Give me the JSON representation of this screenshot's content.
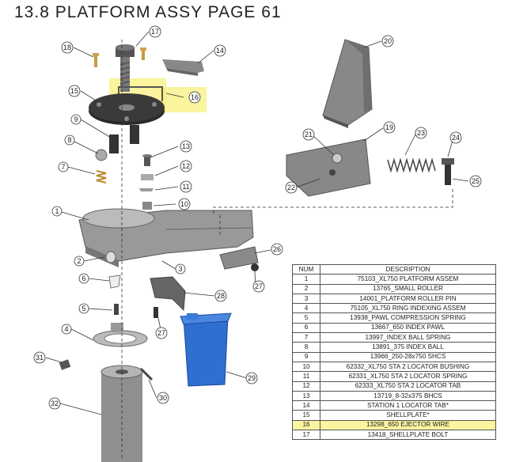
{
  "page": {
    "title": "13.8 PLATFORM ASSY PAGE 61"
  },
  "colors": {
    "highlight": "#f7f07c",
    "bin_blue": "#2f6fd0",
    "part_grey": "#8a8a8a"
  },
  "callouts": [
    "1",
    "2",
    "3",
    "4",
    "5",
    "6",
    "7",
    "8",
    "9",
    "10",
    "11",
    "12",
    "13",
    "14",
    "15",
    "16",
    "17",
    "18",
    "19",
    "20",
    "21",
    "22",
    "23",
    "24",
    "25",
    "26",
    "27",
    "27",
    "28",
    "29",
    "30",
    "31",
    "32"
  ],
  "parts_table": {
    "headers": {
      "num": "NUM",
      "description": "DESCRIPTION"
    },
    "highlight_row": 15,
    "rows": [
      {
        "num": "1",
        "description": "75103_XL750 PLATFORM ASSEM"
      },
      {
        "num": "2",
        "description": "13765_SMALL ROLLER"
      },
      {
        "num": "3",
        "description": "14001_PLATFORM ROLLER PIN"
      },
      {
        "num": "4",
        "description": "75105_XL750 RING INDEXING ASSEM"
      },
      {
        "num": "5",
        "description": "13938_PAWL COMPRESSION SPRING"
      },
      {
        "num": "6",
        "description": "13667_650 INDEX PAWL"
      },
      {
        "num": "7",
        "description": "13997_INDEX BALL SPRING"
      },
      {
        "num": "8",
        "description": "13891_375 INDEX BALL"
      },
      {
        "num": "9",
        "description": "13966_250-28x750 SHCS"
      },
      {
        "num": "10",
        "description": "62332_XL750 STA 2 LOCATOR BUSHING"
      },
      {
        "num": "11",
        "description": "62331_XL750 STA 2 LOCATOR SPRING"
      },
      {
        "num": "12",
        "description": "62333_XL750 STA 2 LOCATOR TAB"
      },
      {
        "num": "13",
        "description": "13719_8-32x375 BHCS"
      },
      {
        "num": "14",
        "description": "STATION 1 LOCATOR TAB*"
      },
      {
        "num": "15",
        "description": "SHELLPLATE*"
      },
      {
        "num": "16",
        "description": "13298_650 EJECTOR WIRE"
      },
      {
        "num": "17",
        "description": "13418_SHELLPLATE BOLT"
      }
    ]
  }
}
